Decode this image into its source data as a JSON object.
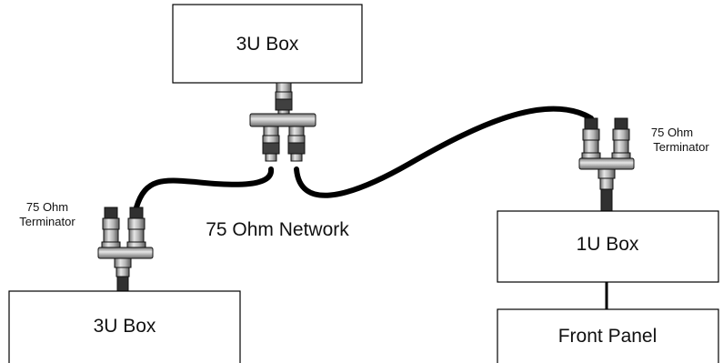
{
  "colors": {
    "cable": "#000000",
    "connector": "#b5b5b5",
    "connector_dark": "#6e6e6e"
  },
  "boxes": {
    "top_3u": "3U Box",
    "bottom_3u": "3U Box",
    "one_u": "1U Box",
    "front_panel": "Front Panel"
  },
  "labels": {
    "network": "75 Ohm Network",
    "left_terminator_line1": "75 Ohm",
    "left_terminator_line2": "Terminator",
    "right_terminator_line1": "75 Ohm",
    "right_terminator_line2": "Terminator"
  },
  "icons": [
    "bnc-connector-icon",
    "t-adapter-icon",
    "terminator-icon",
    "coax-cable-icon"
  ]
}
